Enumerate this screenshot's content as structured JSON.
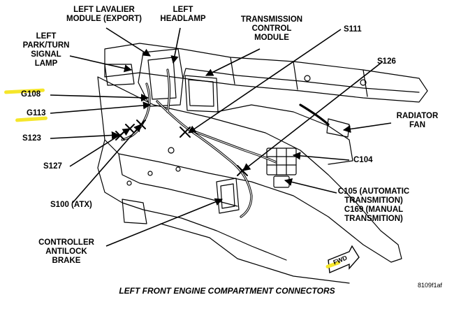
{
  "caption": "LEFT FRONT ENGINE COMPARTMENT CONNECTORS",
  "figure_id": "8109f1af",
  "fwd_badge": "FWD",
  "highlight_color": "#f5e62a",
  "labels": {
    "left_lavalier": "LEFT LAVALIER\nMODULE (EXPORT)",
    "left_headlamp": "LEFT\nHEADLAMP",
    "tcm": "TRANSMISSION\nCONTROL\nMODULE",
    "s111": "S111",
    "left_park": "LEFT\nPARK/TURN\nSIGNAL\nLAMP",
    "s126": "S126",
    "g108": "G108",
    "g113": "G113",
    "radiator_fan": "RADIATOR\nFAN",
    "s123": "S123",
    "c104": "C104",
    "s127": "S127",
    "c105": "C105 (AUTOMATIC\nTRANSMITION)\nC169 (MANUAL\nTRANSMITION)",
    "s100": "S100 (ATX)",
    "controller_antilock": "CONTROLLER\nANTILOCK\nBRAKE"
  }
}
